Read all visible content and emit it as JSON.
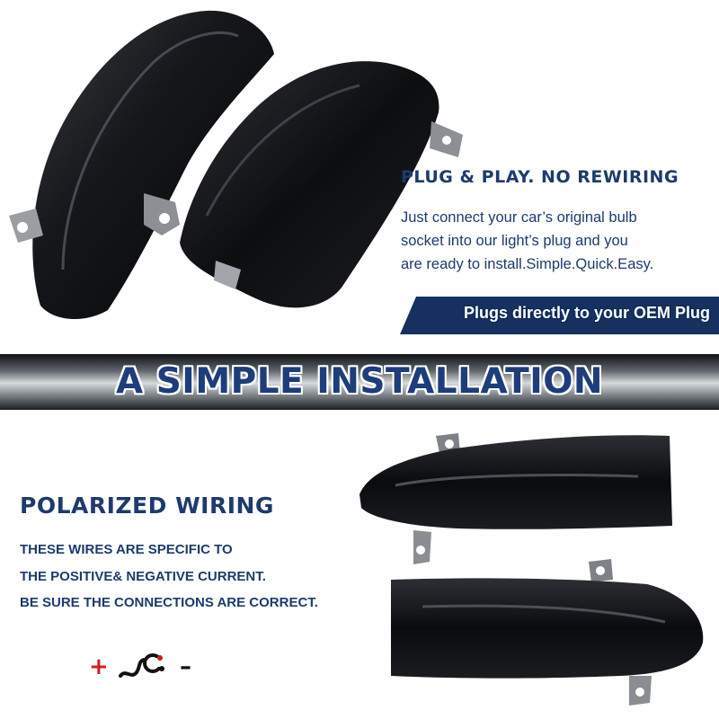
{
  "plug_section": {
    "heading": "PLUG & PLAY. NO REWIRING",
    "description_lines": [
      "Just connect your car’s original bulb",
      "socket into our light’s plug and you",
      "are ready to install.Simple.Quick.Easy."
    ],
    "ribbon_text": "Plugs directly to your OEM Plug"
  },
  "banner": {
    "title": "A SIMPLE INSTALLATION"
  },
  "polarized_section": {
    "heading": "POLARIZED WIRING",
    "lines": [
      "THESE WIRES ARE SPECIFIC TO",
      "THE POSITIVE& NEGATIVE CURRENT.",
      "BE SURE THE CONNECTIONS ARE CORRECT."
    ],
    "plus_symbol": "+",
    "minus_symbol": "–"
  },
  "colors": {
    "text_navy": "#1e3a6e",
    "ribbon": "#16315f",
    "plus_red": "#d7191c"
  },
  "icons": [
    "wire-plug-icon"
  ]
}
